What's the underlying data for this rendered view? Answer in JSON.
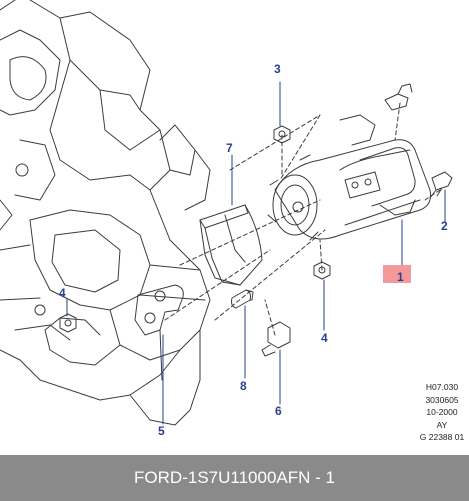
{
  "colors": {
    "line": "#3c3c3c",
    "callout": "#2b3f8e",
    "highlight": "#f29a9a",
    "caption_bar": "#8a8a8a",
    "caption_text": "#ffffff"
  },
  "callouts": [
    {
      "label": "1",
      "part": "starter-motor"
    },
    {
      "label": "2",
      "part": "stud-bolt"
    },
    {
      "label": "3",
      "part": "nut"
    },
    {
      "label": "4",
      "part": "nut"
    },
    {
      "label": "4",
      "part": "nut"
    },
    {
      "label": "5",
      "part": "bracket"
    },
    {
      "label": "6",
      "part": "bolt"
    },
    {
      "label": "7",
      "part": "heat-shield"
    },
    {
      "label": "8",
      "part": "dowel-sleeve"
    }
  ],
  "reference_codes": [
    "H07.030",
    "3030605",
    "10-2000",
    "AY",
    "G 22388 01"
  ],
  "caption": {
    "brand": "FORD",
    "separator": "-",
    "part_number": "1S7U11000AF",
    "quantity": "N - 1"
  }
}
